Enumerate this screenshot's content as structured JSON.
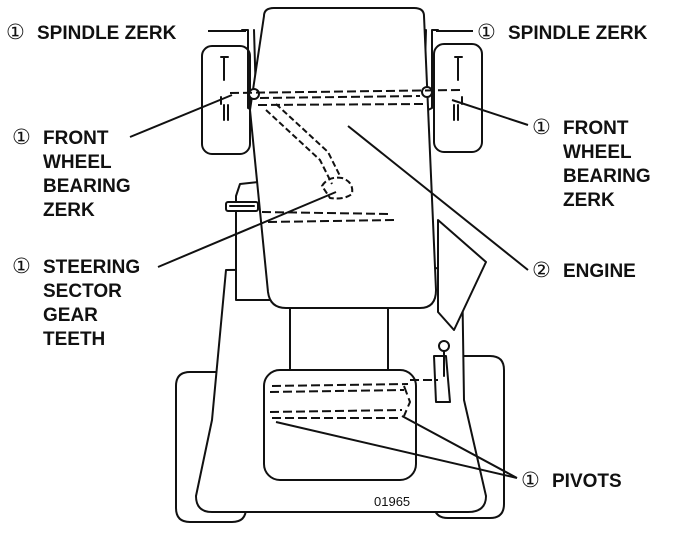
{
  "figure_code": "01965",
  "callouts": {
    "spindle_left": {
      "num": "①",
      "lines": [
        "SPINDLE ZERK"
      ]
    },
    "spindle_right": {
      "num": "①",
      "lines": [
        "SPINDLE ZERK"
      ]
    },
    "front_wheel_left": {
      "num": "①",
      "lines": [
        "FRONT",
        "WHEEL",
        "BEARING",
        "ZERK"
      ]
    },
    "front_wheel_right": {
      "num": "①",
      "lines": [
        "FRONT",
        "WHEEL",
        "BEARING",
        "ZERK"
      ]
    },
    "steering": {
      "num": "①",
      "lines": [
        "STEERING",
        "SECTOR",
        "GEAR",
        "TEETH"
      ]
    },
    "engine": {
      "num": "②",
      "lines": [
        "ENGINE"
      ]
    },
    "pivots": {
      "num": "①",
      "lines": [
        "PIVOTS"
      ]
    }
  }
}
